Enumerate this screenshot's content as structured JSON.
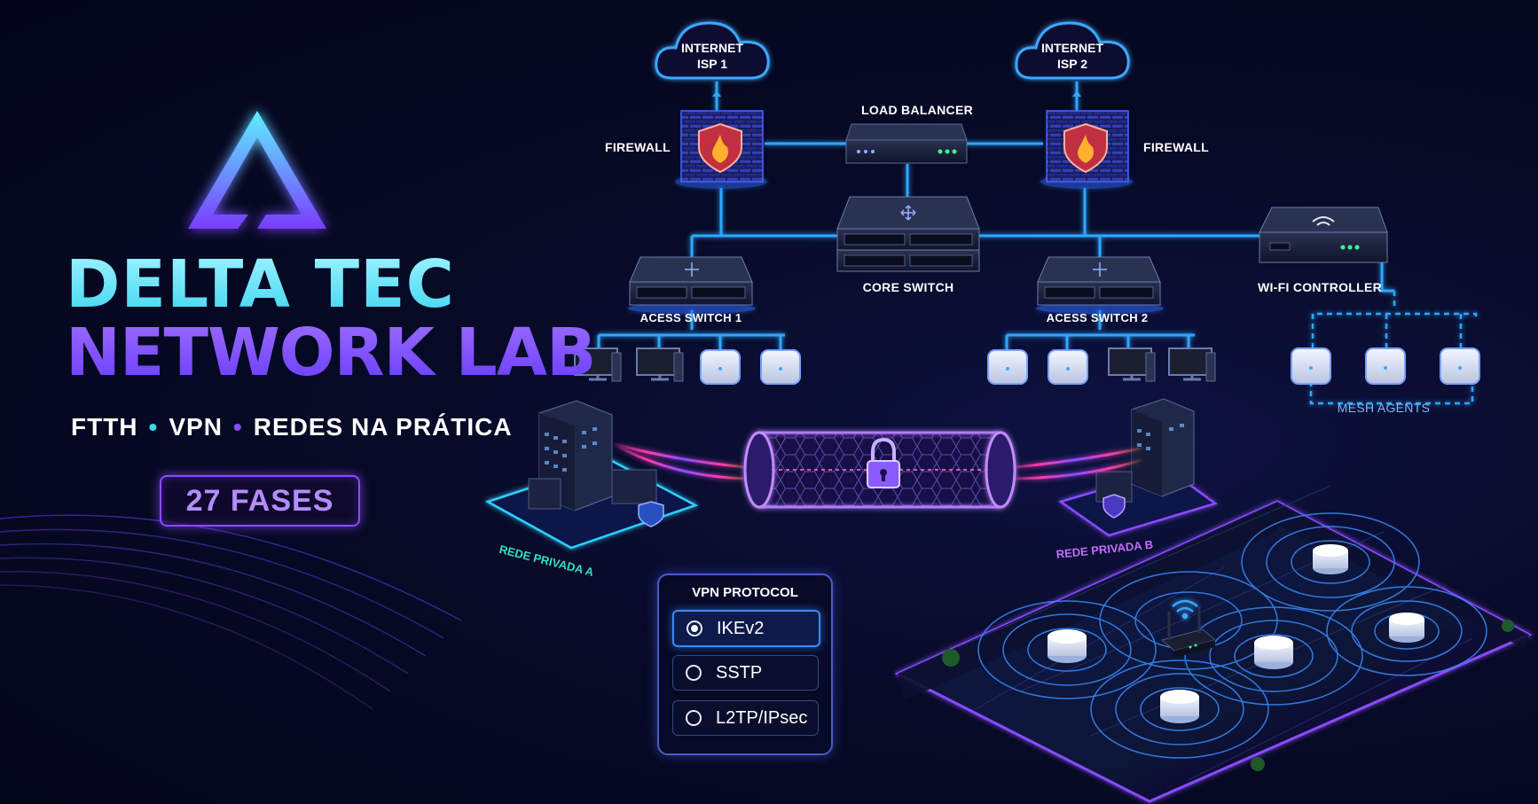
{
  "brand": {
    "title_line1": "DELTA TEC",
    "title_line2": "NETWORK LAB",
    "tagline_parts": [
      "FTTH",
      "VPN",
      "REDES NA PRÁTICA"
    ],
    "tagline_separator": "•",
    "phases_badge": "27 FASES"
  },
  "topology": {
    "internet_1": [
      "INTERNET",
      "ISP 1"
    ],
    "internet_2": [
      "INTERNET",
      "ISP 2"
    ],
    "firewall_left": "FIREWALL",
    "firewall_right": "FIREWALL",
    "load_balancer": "LOAD BALANCER",
    "core_switch": "CORE SWITCH",
    "access_switch_1": "ACESS SWITCH 1",
    "access_switch_2": "ACESS SWITCH 2",
    "wifi_controller": "WI-FI CONTROLLER",
    "mesh_agents": "MESH AGENTS",
    "private_net_a": "REDE PRIVADA A",
    "private_net_b": "REDE PRIVADA B"
  },
  "vpn_protocol": {
    "title": "VPN PROTOCOL",
    "options": [
      "IKEv2",
      "SSTP",
      "L2TP/IPsec"
    ],
    "selected": "IKEv2"
  },
  "colors": {
    "background": "#05061a",
    "cyan_accent": "#36d8f0",
    "purple_accent": "#8a4cff",
    "link_glow": "#2fa8ff",
    "tunnel_magenta": "#ff3ab0"
  },
  "icons": [
    "delta-logo-icon",
    "shield-flame-icon",
    "lock-icon",
    "wifi-icon",
    "shield-check-icon"
  ]
}
